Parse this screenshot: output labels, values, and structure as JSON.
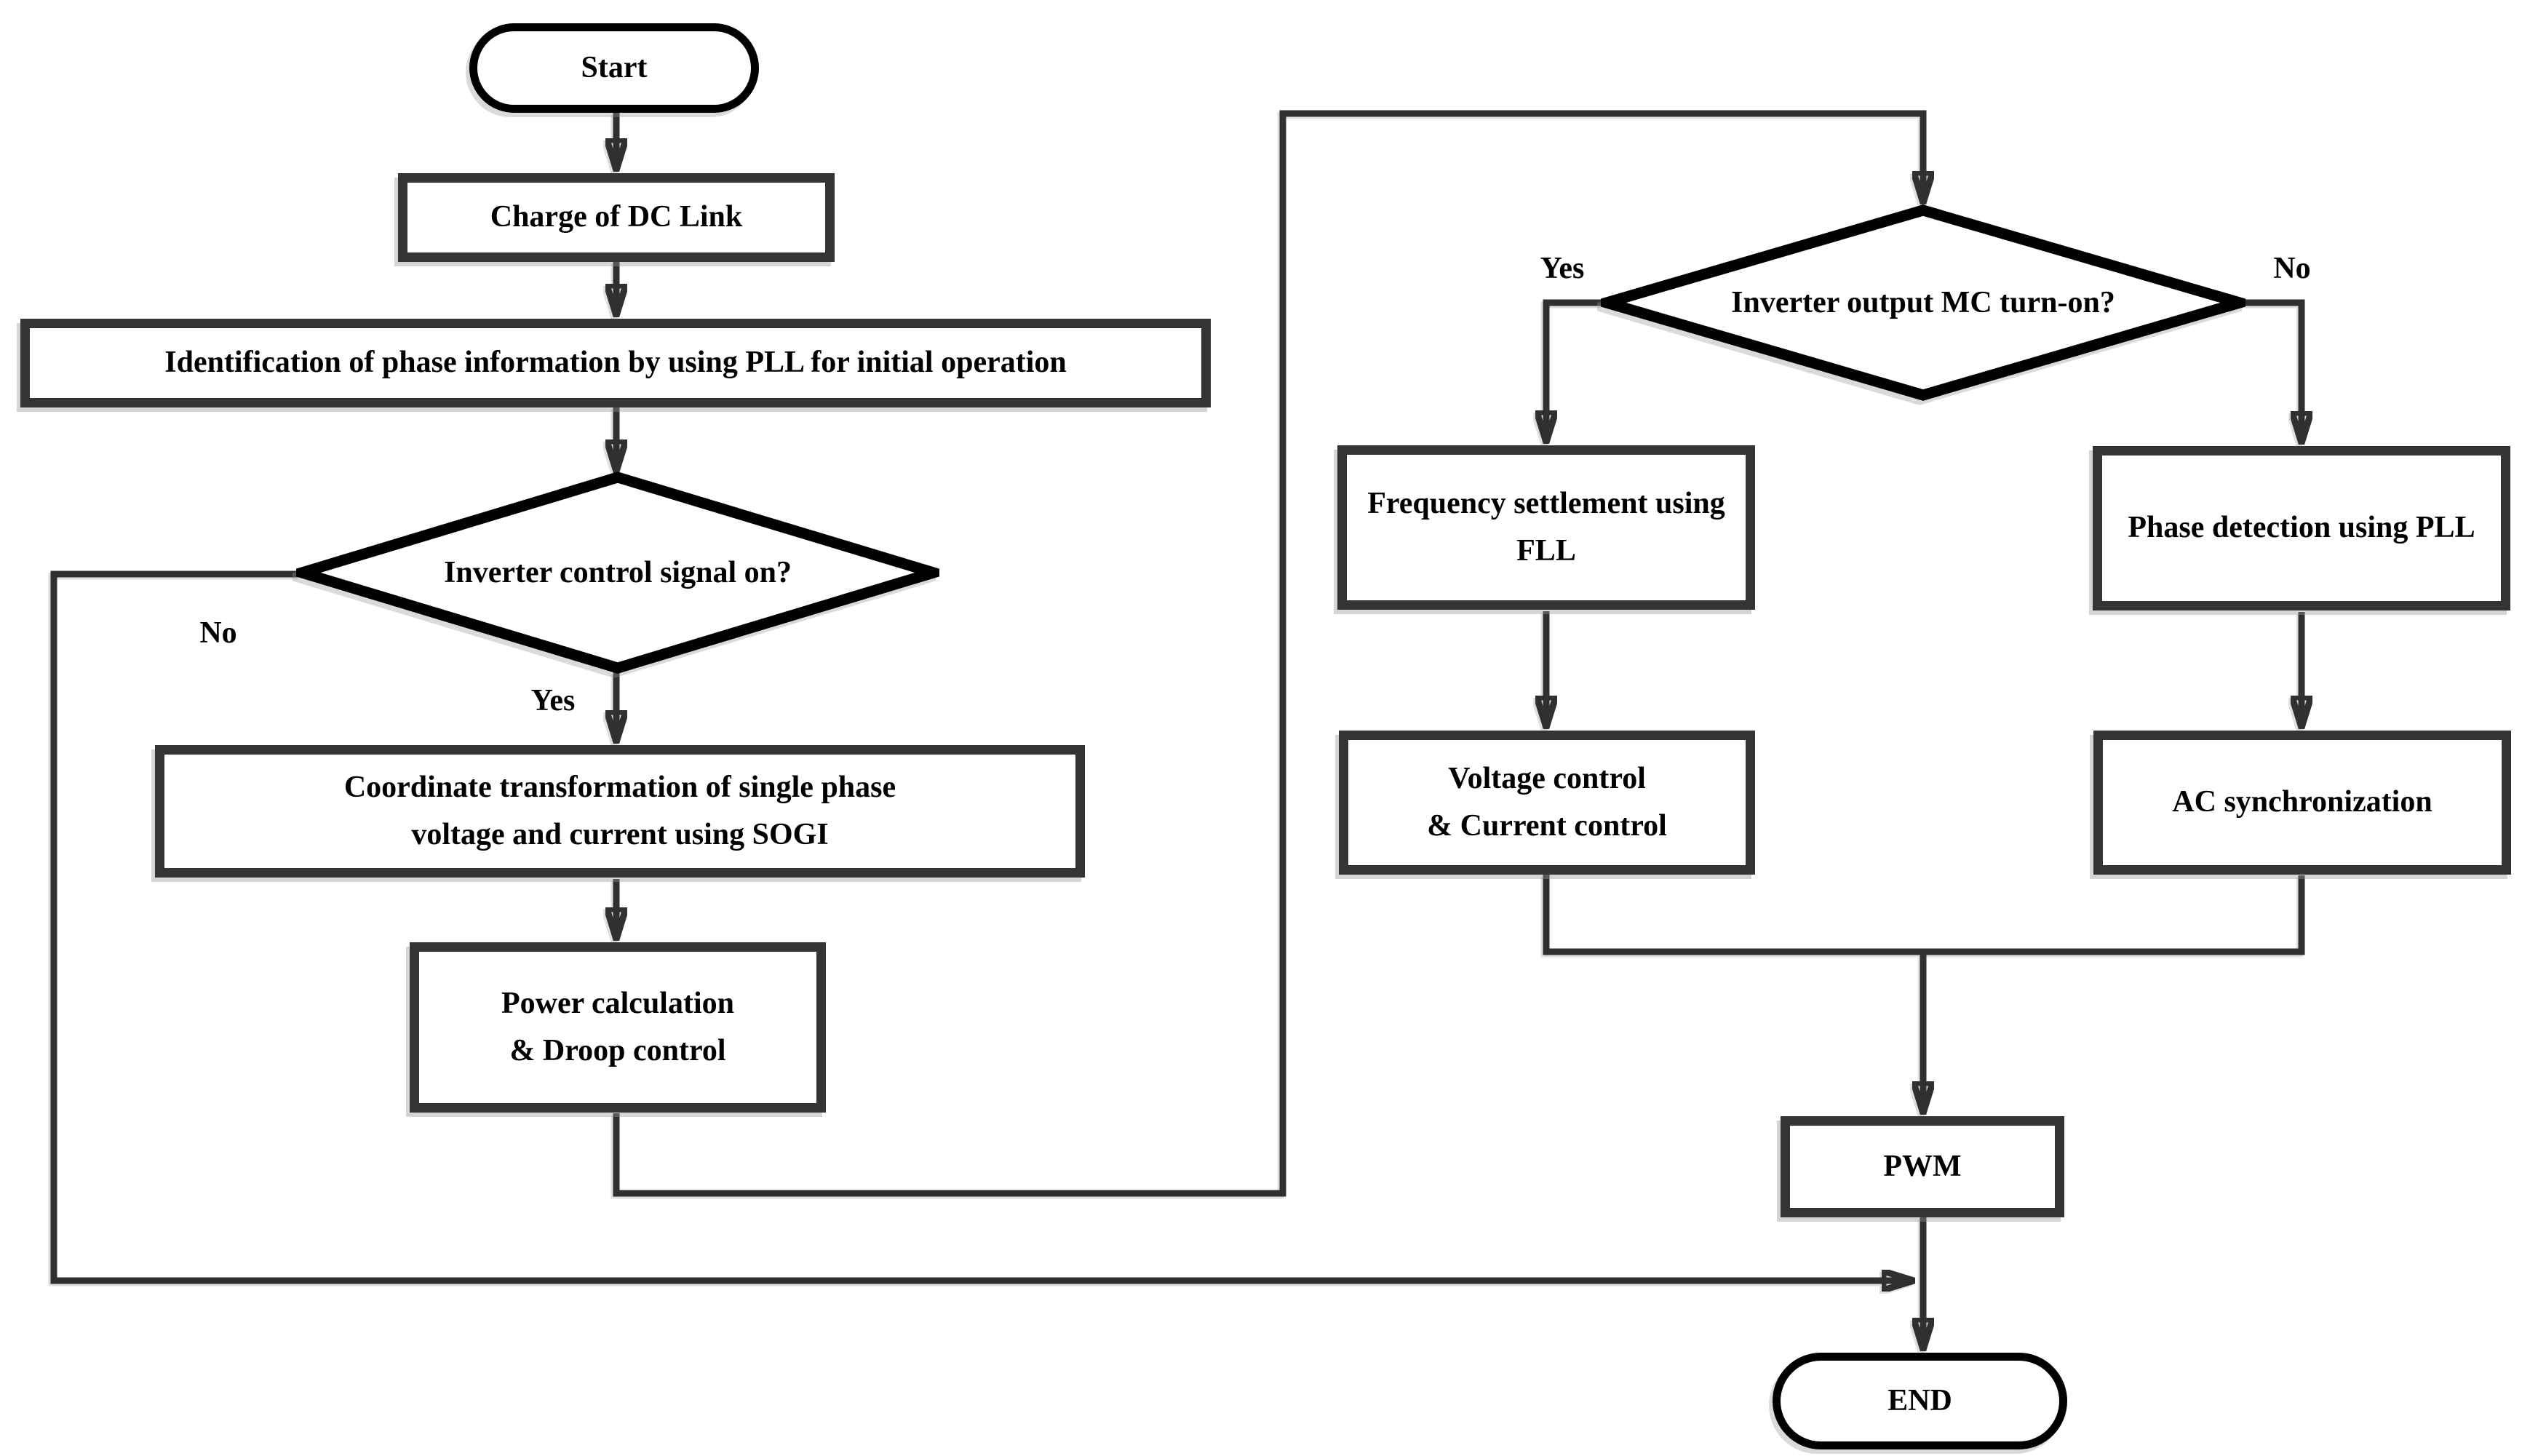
{
  "diagram": {
    "type": "flowchart",
    "nodes": {
      "start": "Start",
      "charge_dc_link": "Charge of DC Link",
      "identification_pll": "Identification of phase information by using PLL for initial operation",
      "inverter_control_signal": "Inverter control signal on?",
      "coordinate_transformation": {
        "line1": "Coordinate transformation of single phase",
        "line2": "voltage and current using SOGI"
      },
      "power_calculation": {
        "line1": "Power calculation",
        "line2": "& Droop control"
      },
      "inverter_output_mc": "Inverter output MC turn-on?",
      "frequency_settlement": {
        "line1": "Frequency settlement using",
        "line2": "FLL"
      },
      "phase_detection": "Phase detection using PLL",
      "voltage_control": {
        "line1": "Voltage control",
        "line2": "& Current control"
      },
      "ac_synchronization": "AC synchronization",
      "pwm": "PWM",
      "end": "END"
    },
    "edge_labels": {
      "control_no": "No",
      "control_yes": "Yes",
      "mc_yes": "Yes",
      "mc_no": "No"
    },
    "colors": {
      "background": "#ffffff",
      "connector_line": "#303030",
      "box_border": "#343434",
      "terminal_border": "#000000",
      "diamond_border": "#000000",
      "text": "#000000"
    }
  }
}
